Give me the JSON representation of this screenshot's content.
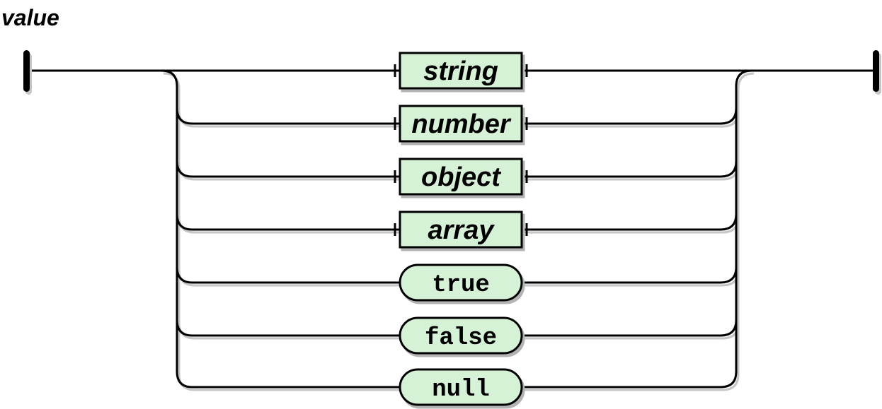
{
  "diagram": {
    "title": "value",
    "rule_name": "value",
    "type": "railroad-syntax-diagram",
    "colors": {
      "node_fill": "#d6f2d6",
      "line": "#000000",
      "shadow": "#b3b3b3",
      "background": "#ffffff"
    },
    "alternatives": [
      {
        "label": "string",
        "kind": "nonterminal",
        "shape": "rectangle"
      },
      {
        "label": "number",
        "kind": "nonterminal",
        "shape": "rectangle"
      },
      {
        "label": "object",
        "kind": "nonterminal",
        "shape": "rectangle"
      },
      {
        "label": "array",
        "kind": "nonterminal",
        "shape": "rectangle"
      },
      {
        "label": "true",
        "kind": "terminal",
        "shape": "pill"
      },
      {
        "label": "false",
        "kind": "terminal",
        "shape": "pill"
      },
      {
        "label": "null",
        "kind": "terminal",
        "shape": "pill"
      }
    ]
  }
}
